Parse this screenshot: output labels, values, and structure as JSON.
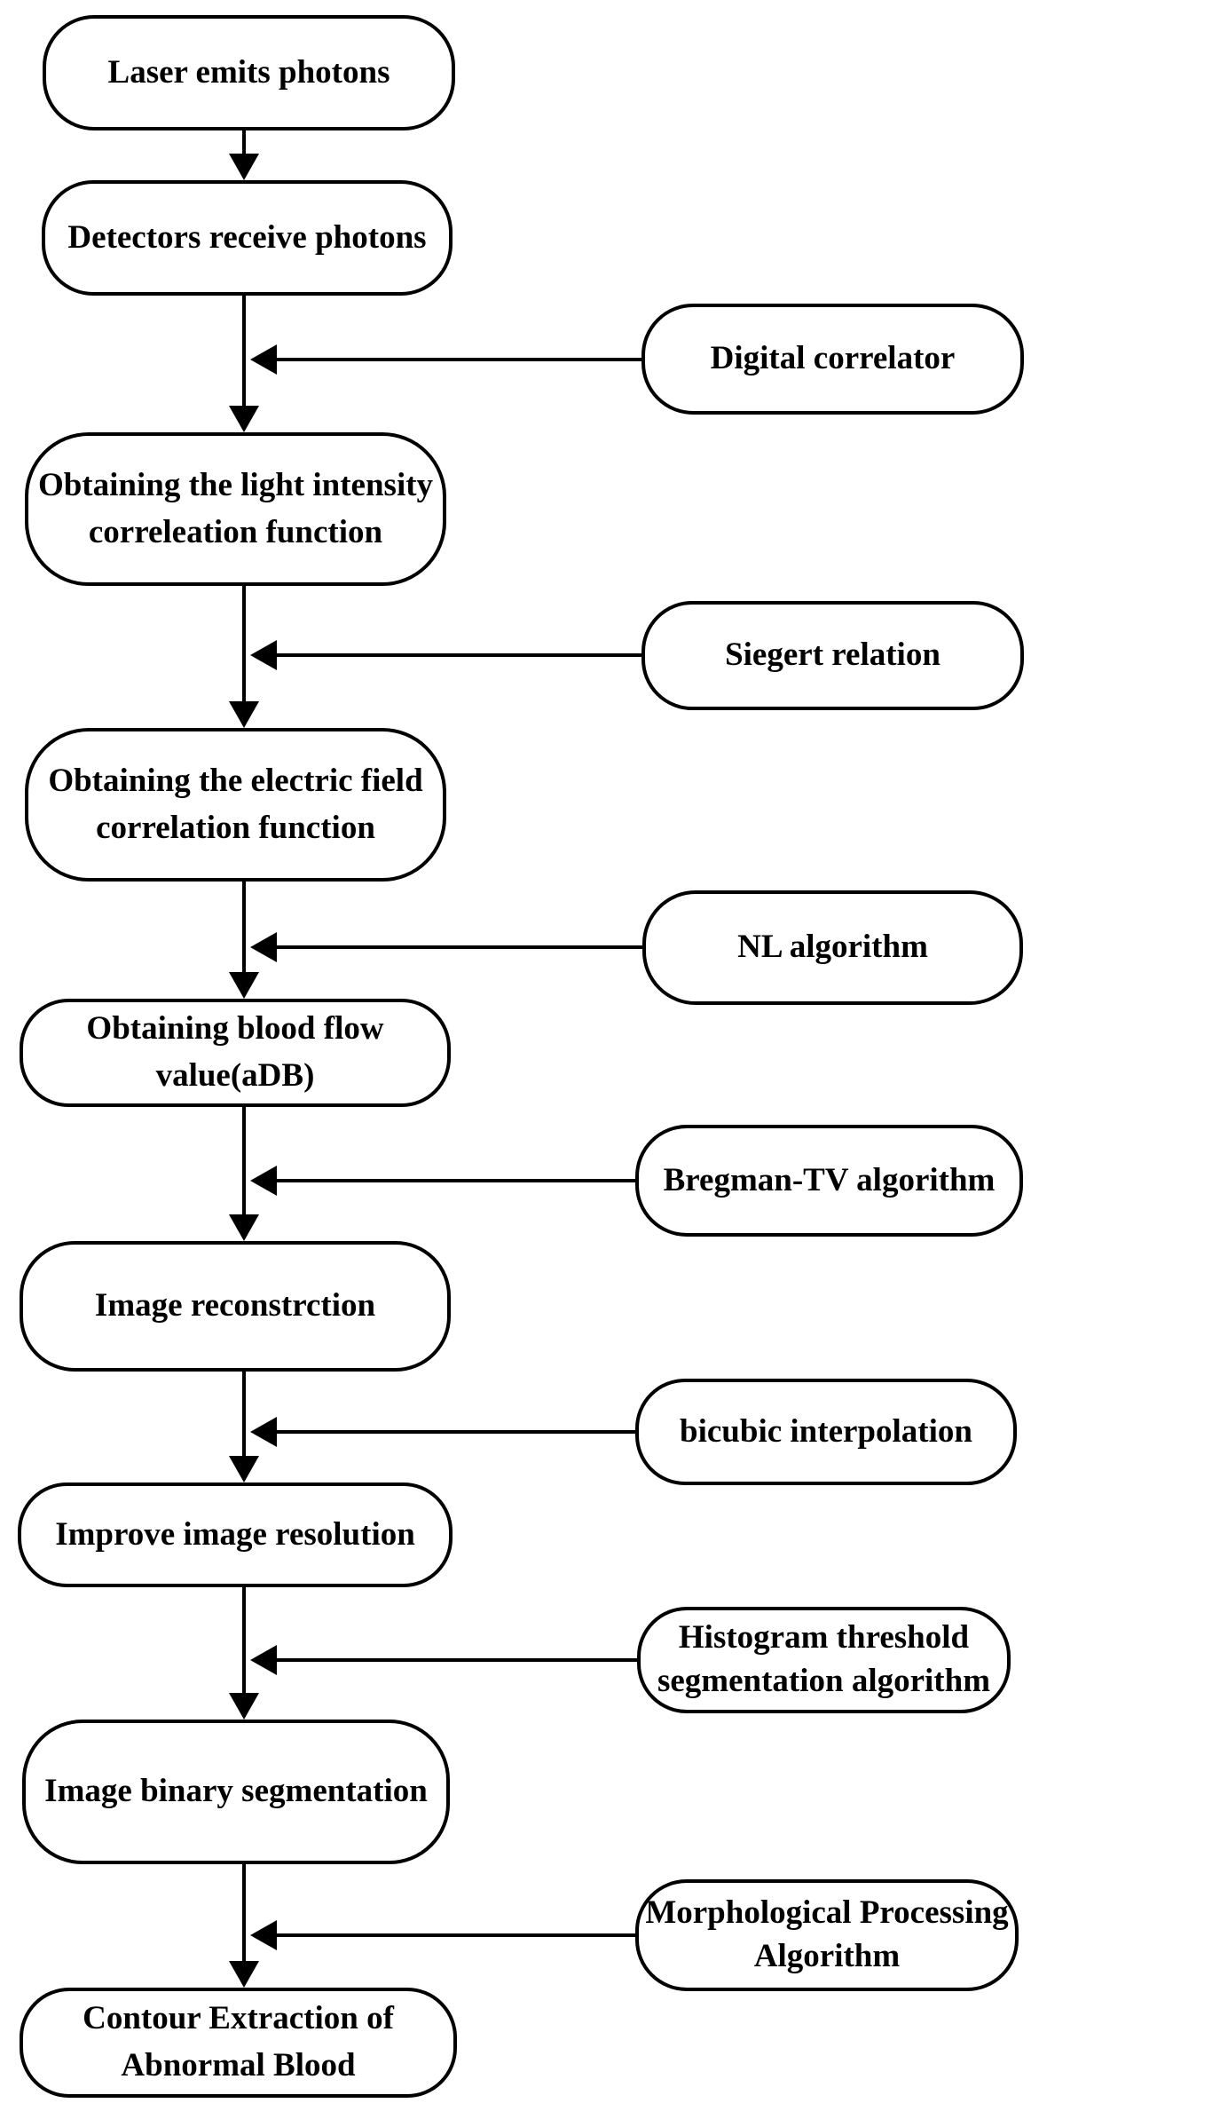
{
  "diagram": {
    "type": "flowchart",
    "background_color": "#ffffff",
    "box_fill_color": "#ffffff",
    "box_border_color": "#000000",
    "text_color": "#000000",
    "steps": [
      {
        "lines": [
          "Laser emits photons"
        ]
      },
      {
        "lines": [
          "Detectors receive photons"
        ]
      },
      {
        "lines": [
          "Obtaining the light intensity",
          "correleation function"
        ]
      },
      {
        "lines": [
          "Obtaining the electric field",
          "correlation function"
        ]
      },
      {
        "lines": [
          "Obtaining blood flow",
          "value(aDB)"
        ]
      },
      {
        "lines": [
          "Image reconstrction"
        ]
      },
      {
        "lines": [
          "Improve image resolution"
        ]
      },
      {
        "lines": [
          "Image binary segmentation"
        ]
      },
      {
        "lines": [
          "Contour Extraction of",
          "Abnormal Blood"
        ]
      }
    ],
    "side_inputs": [
      {
        "lines": [
          "Digital correlator"
        ]
      },
      {
        "lines": [
          "Siegert relation"
        ]
      },
      {
        "lines": [
          "NL algorithm"
        ]
      },
      {
        "lines": [
          "Bregman-TV algorithm"
        ]
      },
      {
        "lines": [
          "bicubic interpolation"
        ]
      },
      {
        "lines": [
          "Histogram threshold",
          "segmentation algorithm"
        ]
      },
      {
        "lines": [
          "Morphological Processing",
          "Algorithm"
        ]
      }
    ],
    "edges": [
      {
        "from": "Laser emits photons",
        "to": "Detectors receive photons"
      },
      {
        "from": "Detectors receive photons",
        "to": "Obtaining the light intensity correleation function",
        "via": "Digital correlator"
      },
      {
        "from": "Obtaining the light intensity correleation function",
        "to": "Obtaining the electric field correlation function",
        "via": "Siegert relation"
      },
      {
        "from": "Obtaining the electric field correlation function",
        "to": "Obtaining blood flow value(aDB)",
        "via": "NL algorithm"
      },
      {
        "from": "Obtaining blood flow value(aDB)",
        "to": "Image reconstrction",
        "via": "Bregman-TV algorithm"
      },
      {
        "from": "Image reconstrction",
        "to": "Improve image resolution",
        "via": "bicubic interpolation"
      },
      {
        "from": "Improve image resolution",
        "to": "Image binary segmentation",
        "via": "Histogram threshold segmentation algorithm"
      },
      {
        "from": "Image binary segmentation",
        "to": "Contour Extraction of Abnormal Blood",
        "via": "Morphological Processing Algorithm"
      }
    ]
  }
}
